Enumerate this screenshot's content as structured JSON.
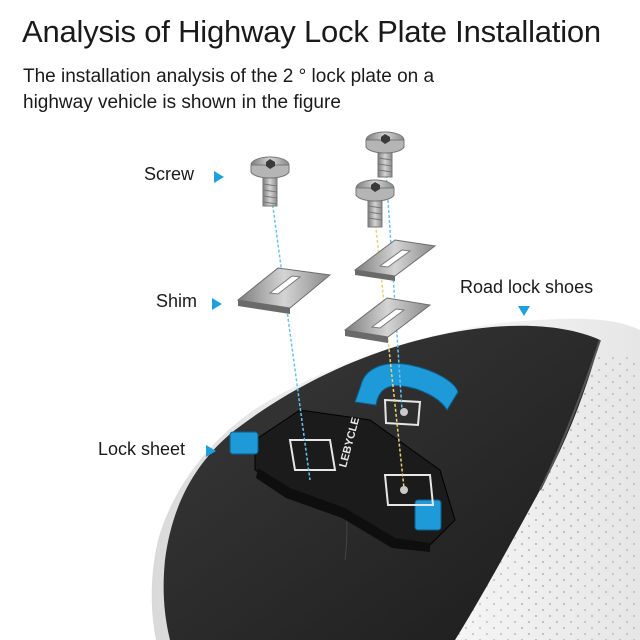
{
  "header": {
    "title": "Analysis of Highway Lock Plate Installation",
    "subtitle": "The installation analysis of the 2 ° lock plate on a highway vehicle is shown in the figure"
  },
  "labels": {
    "screw": "Screw",
    "shim": "Shim",
    "lock_sheet": "Lock sheet",
    "road_lock_shoes": "Road lock shoes"
  },
  "brand_text": "LEBYCLE",
  "colors": {
    "accent_arrow": "#1ea0dc",
    "cleat_blue": "#1e9ad8",
    "cleat_body": "#1b1b1b",
    "shoe_sole": "#2a2a2a",
    "shoe_upper": "#f2f2f2",
    "metal": "#9a9a9a",
    "guide_line_blue": "#6cc3ea",
    "guide_line_yellow": "#e8d27a"
  },
  "icons": [
    "arrow-right-icon",
    "arrow-down-icon",
    "screw-icon",
    "shim-icon"
  ]
}
